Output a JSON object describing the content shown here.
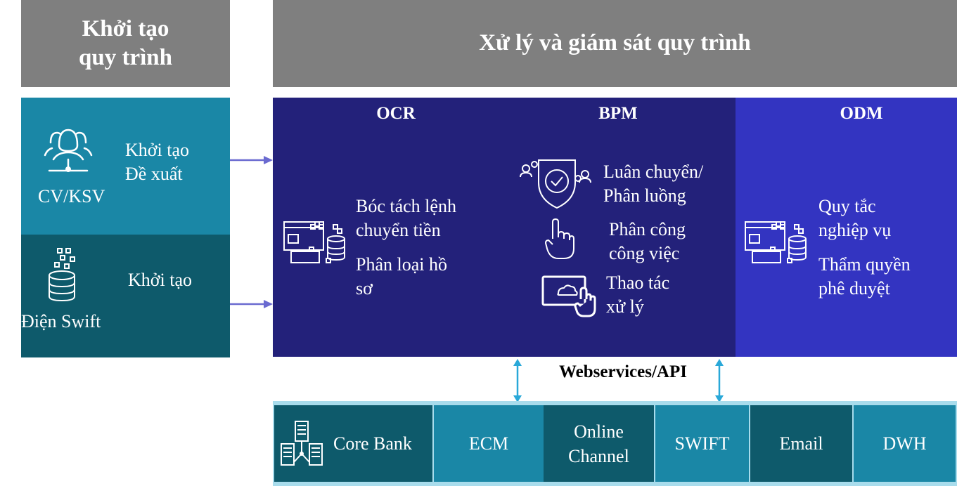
{
  "headers": {
    "init_line1": "Khởi tạo",
    "init_line2": "quy trình",
    "process": "Xử lý và giám sát quy trình"
  },
  "left": {
    "cv_label": "CV/KSV",
    "cv_text_line1": "Khởi tạo",
    "cv_text_line2": "Đề xuất",
    "swift_label": "Điện Swift",
    "swift_text": "Khởi tạo"
  },
  "ocr": {
    "title": "OCR",
    "item1_line1": "Bóc tách lệnh",
    "item1_line2": "chuyển tiền",
    "item2_line1": "Phân loại hồ",
    "item2_line2": "sơ"
  },
  "bpm": {
    "title": "BPM",
    "item1_line1": "Luân chuyển/",
    "item1_line2": "Phân luồng",
    "item2_line1": "Phân công",
    "item2_line2": "công việc",
    "item3_line1": "Thao tác",
    "item3_line2": "xử lý"
  },
  "odm": {
    "title": "ODM",
    "item1_line1": "Quy tắc",
    "item1_line2": "nghiệp vụ",
    "item2_line1": "Thẩm quyền",
    "item2_line2": "phê duyệt"
  },
  "api_label": "Webservices/API",
  "systems": {
    "core_bank": "Core Bank",
    "ecm": "ECM",
    "online_line1": "Online",
    "online_line2": "Channel",
    "swift": "SWIFT",
    "email": "Email",
    "dwh": "DWH"
  },
  "colors": {
    "header_gray": "#7f7f7f",
    "teal_light": "#1a87a6",
    "teal_dark": "#0e5a6b",
    "navy": "#23217a",
    "odm_blue": "#3334c1",
    "arrow_blue": "#6a6ad0",
    "api_arrow": "#29a8d8",
    "bottom_bar": "#a8dcec"
  }
}
